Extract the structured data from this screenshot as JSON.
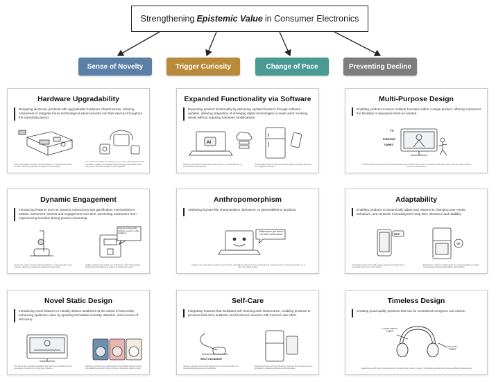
{
  "title": {
    "prefix": "Strengthening",
    "emphasis": "Epistemic Value",
    "suffix": "in Consumer Electronics"
  },
  "categories": [
    {
      "label": "Sense of Novelty",
      "color": "#5b7fa6"
    },
    {
      "label": "Trigger Curiosity",
      "color": "#b88a3a"
    },
    {
      "label": "Change of Pace",
      "color": "#4a9a94"
    },
    {
      "label": "Preventing Decline",
      "color": "#7d7d7d"
    }
  ],
  "cards": [
    {
      "title": "Hardware Upgradability",
      "description": "Designing electronic products with upgradeable hardware infrastructures, allowing consumers to integrate future technological advancements into their devices throughout the ownership period.",
      "captions": [
        "Users can replace components like batteries or cameras with newer versions, allowing upgrades throughout the ownership.",
        "The comes with advanced sensors (e.g., motion tracking) and robust hardware, enabling compatibility with emerging technologies (like VR games) without needing physical upgrades."
      ]
    },
    {
      "title": "Expanded Functionality via Software",
      "description": "Expanding product functionality by delivering updated features through software updates, allowing integration of emerging digital technologies to meet users' evolving needs without requiring hardware modifications.",
      "captions": [
        "Laptops connected to cloud servers and APIs (e.g., generative AI) to stay updated automatically.",
        "Smart fridges that link with supermarket apps to manage groceries and suggest purchases."
      ]
    },
    {
      "title": "Multi-Purpose Design",
      "description": "Enabling products to serve multiple functions within a single product, offering consumers the flexibility to repurpose them as needed.",
      "captions": [
        "This bed can be repurposed as exercise station with a virtual coach when not used for watching shows, extending their function beyond entertainment."
      ]
    },
    {
      "title": "Dynamic Engagement",
      "description": "Introducing features such as dynamic interactions and gamification mechanisms to sustain consumers' interest and engagement over time, preventing consumers from experiencing boredom during product ownership.",
      "captions": [
        "Users can replace components like batteries or cameras with newer versions, allowing upgrades throughout the ownership.",
        "Coffee machines that feature an \"adventure mode\" that gamifies global brewing traditions to make use playful and varied."
      ]
    },
    {
      "title": "Anthropomorphism",
      "description": "Attributing human-like characteristics, behaviors, or personalities to products.",
      "captions": [
        "Laptops use a face-like cues that open their lids, gradually evolving into conversational and engaging ways to interact with them as if they were living beings."
      ]
    },
    {
      "title": "Adaptability",
      "description": "Enabling products to dynamically adjust and respond to changing user needs, behaviors, and contexts, increasing their long-term relevance and usability",
      "captions": [
        "Smartphones learn from daily usage patterns and adapt the to personalize the user's next actions.",
        "Refrigerators adapt to health goals by suggesting tailored recipes and helping users toward healthier eating habits."
      ]
    },
    {
      "title": "Novel Static Design",
      "description": "Introducing novel features or visually distinct aesthetics at the outset of ownership, enhancing epistemic value by sparking immediate curiosity, attention, and a sense of discovery.",
      "captions": [
        "This dark built-in subtitle translation that real-time translations for all languages, introducing a novel use of feature.",
        "Washing machines are made stylish using finishes that go beyond the standard grey and white to enhance perceived visual novelty."
      ]
    },
    {
      "title": "Self-Care",
      "description": "Integrating features that facilitates self-cleaning and maintenance, enabling products to preserve both their aesthetic and functional newness with minimal user effort.",
      "captions": [
        "Vacuum cleaners can be with attachment to clean itself after use, maintaining appearance and durability.",
        "Refrigerator pairs with app showing consumer 3D records and easy guidance to maintain newness and functionality."
      ]
    },
    {
      "title": "Timeless Design",
      "description": "Creating good quality products that can be considered evergreen and classic.",
      "captions": [
        "Headphones with clean, simple lines and neutral tones create a modern, minimalist aesthetic that resists aesthetic obsolescence."
      ]
    }
  ],
  "art_labels": {
    "ai": "AI",
    "tv": "TV",
    "exercise": "EXERCISE",
    "games": "GAMES",
    "speech_coffee": "Specify brewing with settings, explore coffee traditions.",
    "speech_laptop": "Where have you been? I've been home alone!",
    "next": "NEXT",
    "tip": "TIP",
    "self_cleaning": "SELF-CLEANING",
    "clean": "CLEAN SIMPLE LINES",
    "neutral": "NEUTRAL TONES"
  }
}
